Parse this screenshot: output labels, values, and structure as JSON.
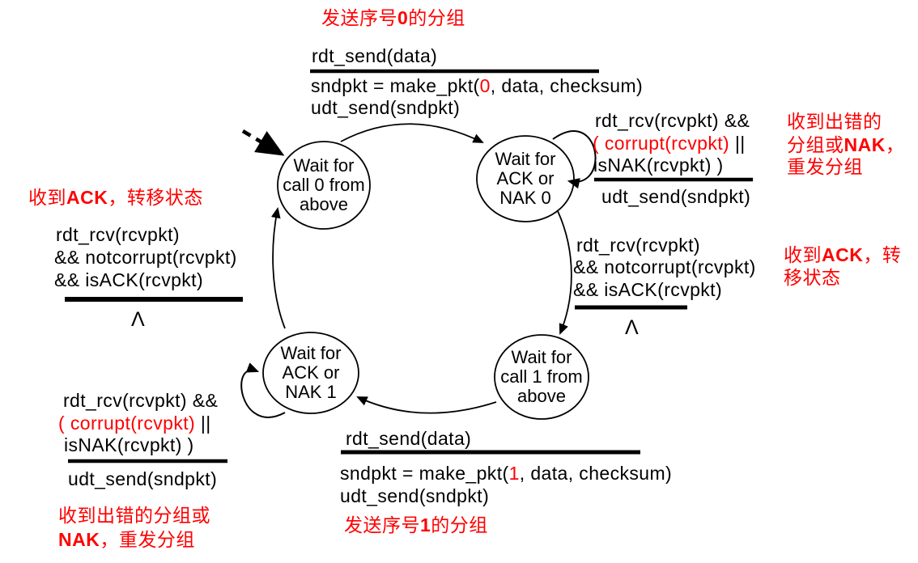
{
  "colors": {
    "red": "#ff0000",
    "black": "#000000"
  },
  "states": {
    "wait_call0": {
      "lines": [
        "Wait for",
        "call 0 from",
        "above"
      ]
    },
    "wait_ack_nak0": {
      "lines": [
        "Wait for",
        "ACK or",
        "NAK 0"
      ]
    },
    "wait_call1": {
      "lines": [
        "Wait for",
        "call 1 from",
        "above"
      ]
    },
    "wait_ack_nak1": {
      "lines": [
        "Wait for",
        "ACK or",
        "NAK 1"
      ]
    }
  },
  "transitions": {
    "send0": {
      "ann_pre": "发送序号",
      "ann_seq": "0",
      "ann_post": "的分组",
      "event": "rdt_send(data)",
      "action1_pre": "sndpkt = make_pkt(",
      "action1_seq": "0",
      "action1_post": ", data, checksum)",
      "action2": "udt_send(sndpkt)"
    },
    "resend0": {
      "event1": "rdt_rcv(rcvpkt) &&",
      "event2_red": "( corrupt(rcvpkt)",
      "event2_tail": " ||",
      "event3": "isNAK(rcvpkt) )",
      "action": "udt_send(sndpkt)",
      "ann1": "收到出错的",
      "ann2_pre": "分组或",
      "ann2_acr": "NAK",
      "ann2_post": "，",
      "ann3": "重发分组"
    },
    "ack0": {
      "event1": "rdt_rcv(rcvpkt)",
      "event2": "&& notcorrupt(rcvpkt)",
      "event3": "&& isACK(rcvpkt)",
      "action": "Λ",
      "ann1_pre": "收到",
      "ann1_acr": "ACK",
      "ann1_post": "，转",
      "ann2": "移状态"
    },
    "send1": {
      "ann_pre": "发送序号",
      "ann_seq": "1",
      "ann_post": "的分组",
      "event": "rdt_send(data)",
      "action1_pre": "sndpkt = make_pkt(",
      "action1_seq": "1",
      "action1_post": ", data, checksum)",
      "action2": "udt_send(sndpkt)"
    },
    "resend1": {
      "event1": "rdt_rcv(rcvpkt) &&",
      "event2_red": "( corrupt(rcvpkt)",
      "event2_tail": " ||",
      "event3": "isNAK(rcvpkt) )",
      "action": "udt_send(sndpkt)",
      "ann1": "收到出错的分组或",
      "ann2_acr": "NAK",
      "ann2_post": "，重发分组"
    },
    "ack1": {
      "event1": "rdt_rcv(rcvpkt)",
      "event2": "&& notcorrupt(rcvpkt)",
      "event3": "&& isACK(rcvpkt)",
      "action": "Λ",
      "ann_pre": "收到",
      "ann_acr": "ACK",
      "ann_post": "，转移状态"
    }
  }
}
